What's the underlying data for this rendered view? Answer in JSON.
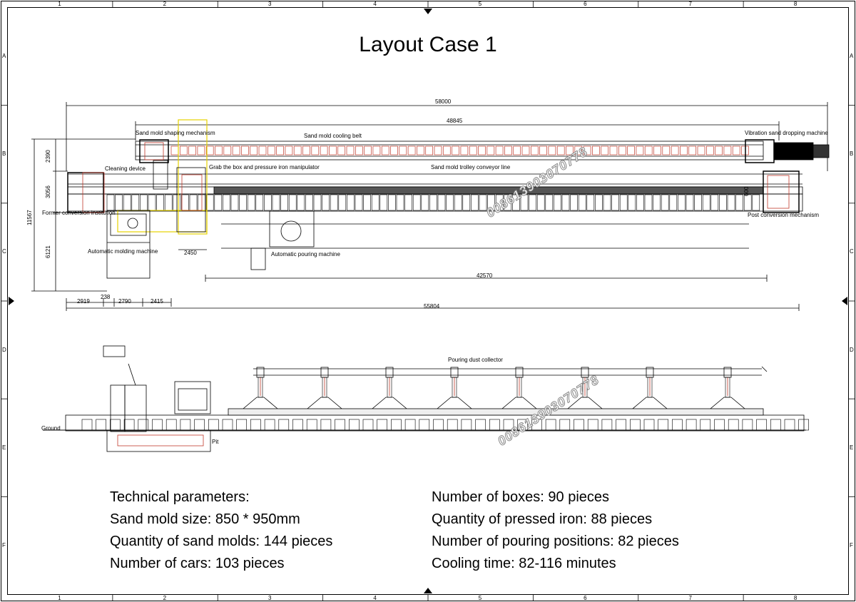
{
  "title": "Layout Case 1",
  "border": {
    "columns": [
      "1",
      "2",
      "3",
      "4",
      "5",
      "6",
      "7",
      "8"
    ],
    "rows": [
      "A",
      "B",
      "C",
      "D",
      "E",
      "F"
    ]
  },
  "plan_view": {
    "labels": {
      "shaping": "Sand mold shaping mechanism",
      "cooling_belt": "Sand mold cooling belt",
      "vibration": "Vibration sand dropping machine",
      "cleaning": "Cleaning device",
      "manipulator": "Grab the box and pressure iron manipulator",
      "trolley_line": "Sand mold trolley conveyor line",
      "former_conversion": "Former conversion institution",
      "post_conversion": "Post conversion mechanism",
      "molding_machine": "Automatic molding machine",
      "pouring_machine": "Automatic pouring machine"
    },
    "dimensions": {
      "d58000": "58000",
      "d48845": "48845",
      "d2390": "2390",
      "d3056": "3056",
      "d11567": "11567",
      "d6121": "6121",
      "d600": "600",
      "d2450": "2450",
      "d42570": "42570",
      "d2919": "2919",
      "d238": "238",
      "d2790": "2790",
      "d2415": "2415",
      "d55804": "55804"
    }
  },
  "elevation_view": {
    "labels": {
      "dust_collector": "Pouring dust collector",
      "ground": "Ground",
      "pit": "Pit"
    }
  },
  "watermark": "008613903070778",
  "parameters": {
    "left": [
      "Technical parameters:",
      "Sand mold size: 850 * 950mm",
      "Quantity of sand molds: 144 pieces",
      "Number of cars: 103 pieces"
    ],
    "right": [
      "Number of boxes: 90 pieces",
      "Quantity of pressed iron: 88 pieces",
      "Number of pouring positions: 82 pieces",
      "Cooling time: 82-116 minutes"
    ]
  }
}
